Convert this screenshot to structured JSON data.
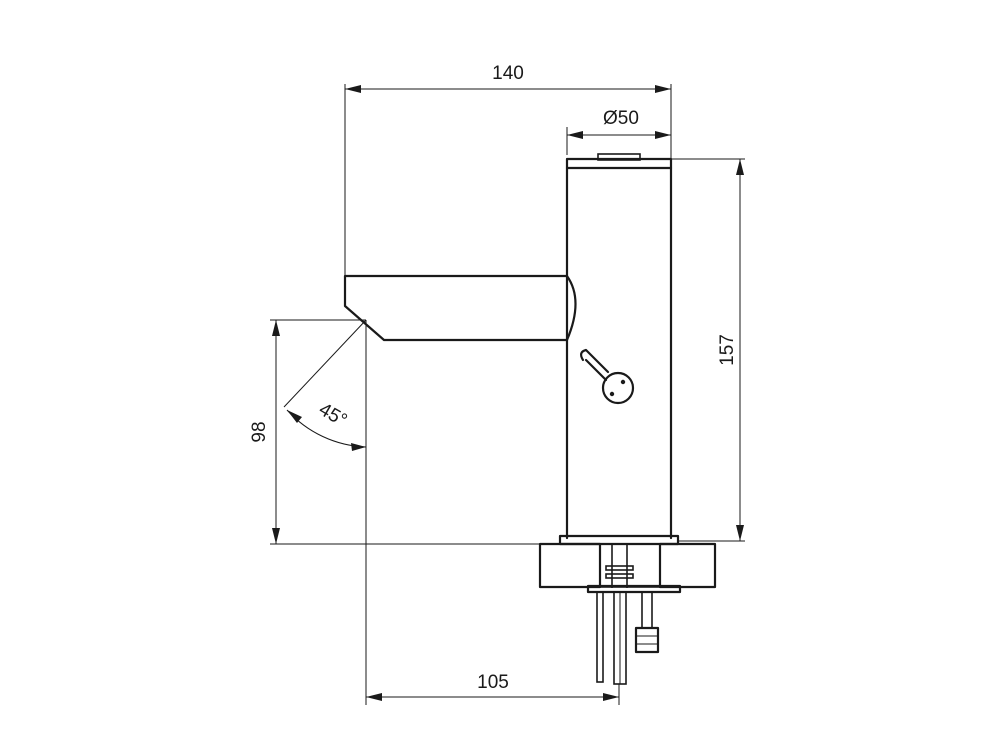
{
  "drawing": {
    "dimensions": {
      "overall_width": "140",
      "body_diameter": "Ø50",
      "overall_height": "157",
      "spout_height": "98",
      "spout_angle": "45°",
      "spout_reach": "105"
    }
  }
}
